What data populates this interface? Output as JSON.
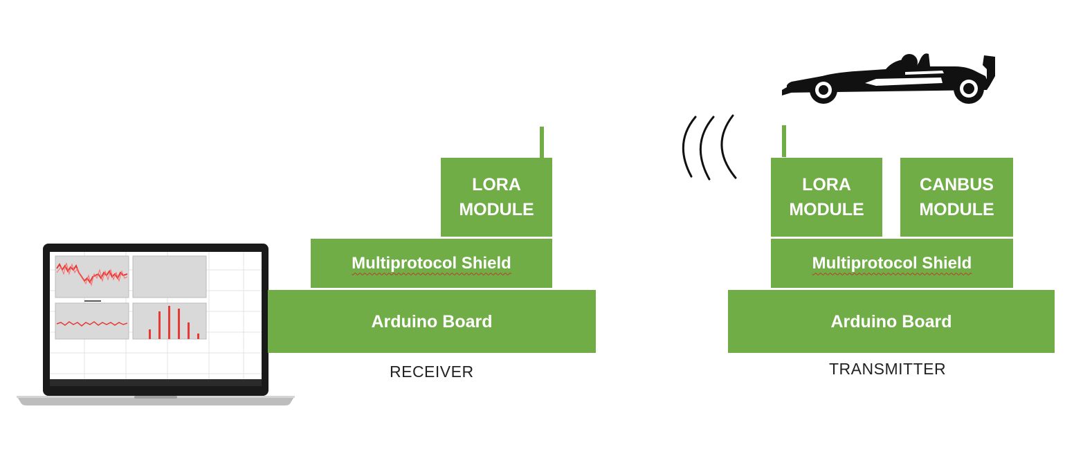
{
  "receiver": {
    "caption": "RECEIVER",
    "lora": [
      "LORA",
      "MODULE"
    ],
    "shield": "Multiprotocol Shield",
    "board": "Arduino Board"
  },
  "transmitter": {
    "caption": "TRANSMITTER",
    "lora": [
      "LORA",
      "MODULE"
    ],
    "canbus": [
      "CANBUS",
      "MODULE"
    ],
    "shield": "Multiprotocol Shield",
    "board": "Arduino Board"
  },
  "colors": {
    "module_green": "#70ad47",
    "text_white": "#ffffff",
    "signal": "#111111"
  },
  "icons": {
    "laptop": "laptop-icon",
    "car": "race-car-icon",
    "signal": "wireless-signal-icon"
  }
}
